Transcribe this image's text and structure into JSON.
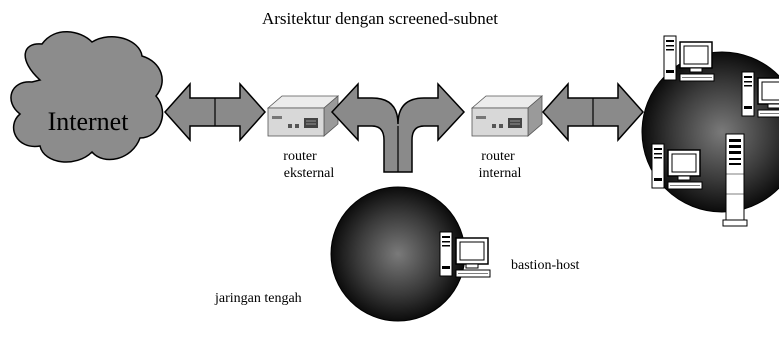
{
  "title": "Arsitektur dengan screened-subnet",
  "nodes": {
    "internet": "Internet",
    "router_external": [
      "router",
      "eksternal"
    ],
    "router_internal": [
      "router",
      "internal"
    ],
    "bastion_host": "bastion-host",
    "middle_network": "jaringan tengah"
  },
  "icons": {
    "cloud": "cloud-icon",
    "router": "router-icon",
    "computer": "computer-icon",
    "server": "server-tower-icon",
    "arrow": "double-arrow-icon"
  },
  "colors": {
    "cloud_fill": "#8c8c8c",
    "arrow_fill": "#8a8a8a",
    "sphere_light": "#7a7a7a",
    "sphere_dark": "#000000",
    "router_fill": "#d8d8d8"
  }
}
